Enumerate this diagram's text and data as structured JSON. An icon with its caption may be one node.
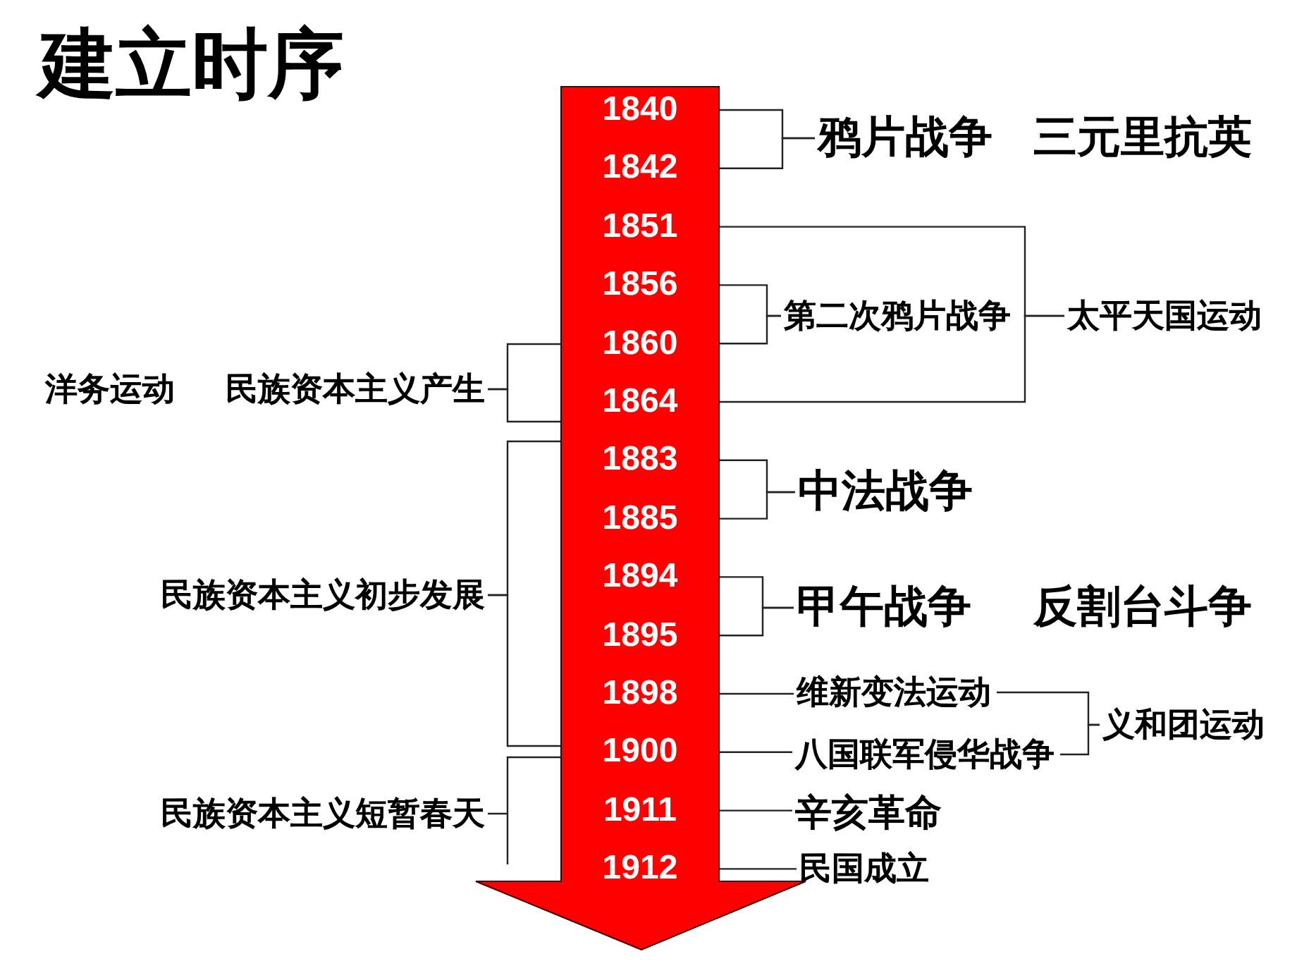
{
  "diagram": {
    "title": "建立时序",
    "nodes": [
      {
        "text": [],
        "shape": "arrow"
      },
      {
        "text": [
          "1840"
        ],
        "in": 0
      },
      {
        "text": [
          "1842"
        ],
        "in": 0
      },
      {
        "text": [
          "1851"
        ],
        "in": 0
      },
      {
        "text": [
          "1856"
        ],
        "in": 0
      },
      {
        "text": [
          "1860"
        ],
        "in": 0
      },
      {
        "text": [
          "1864"
        ],
        "in": 0
      },
      {
        "text": [
          "1883"
        ],
        "in": 0
      },
      {
        "text": [
          "1885"
        ],
        "in": 0
      },
      {
        "text": [
          "1894"
        ],
        "in": 0
      },
      {
        "text": [
          "1895"
        ],
        "in": 0
      },
      {
        "text": [
          "1898"
        ],
        "in": 0
      },
      {
        "text": [
          "1900"
        ],
        "in": 0
      },
      {
        "text": [
          "1911"
        ],
        "in": 0
      },
      {
        "text": [
          "1912"
        ],
        "in": 0
      },
      {
        "text": [
          "鸦片战争"
        ]
      },
      {
        "text": [
          "第二次鸦片战争"
        ]
      },
      {
        "text": [
          "太平天国运动"
        ]
      },
      {
        "text": [
          "中法战争"
        ]
      },
      {
        "text": [
          "甲午战争"
        ]
      },
      {
        "text": [
          "维新变法运动"
        ]
      },
      {
        "text": [
          "八国联军侵华战争"
        ]
      },
      {
        "text": [
          "义和团运动"
        ]
      },
      {
        "text": [
          "辛亥革命"
        ]
      },
      {
        "text": [
          "民国成立"
        ]
      },
      {
        "text": [
          "民族资本主义产生"
        ]
      },
      {
        "text": [
          "民族资本主义初步发展"
        ]
      },
      {
        "text": [
          "民族资本主义短暂春天"
        ]
      }
    ],
    "edges": [
      {
        "from": 1,
        "to": 15,
        "arrow": "none"
      },
      {
        "from": 2,
        "to": 15,
        "arrow": "none"
      },
      {
        "from": 3,
        "to": 17,
        "arrow": "none"
      },
      {
        "from": 6,
        "to": 17,
        "arrow": "none"
      },
      {
        "from": 4,
        "to": 16,
        "arrow": "none"
      },
      {
        "from": 5,
        "to": 16,
        "arrow": "none"
      },
      {
        "from": 7,
        "to": 18,
        "arrow": "none"
      },
      {
        "from": 8,
        "to": 18,
        "arrow": "none"
      },
      {
        "from": 9,
        "to": 19,
        "arrow": "none"
      },
      {
        "from": 10,
        "to": 19,
        "arrow": "none"
      },
      {
        "from": 11,
        "to": 20,
        "arrow": "none"
      },
      {
        "from": 12,
        "to": 21,
        "arrow": "none"
      },
      {
        "from": 20,
        "to": 22,
        "arrow": "none"
      },
      {
        "from": 21,
        "to": 22,
        "arrow": "none"
      },
      {
        "from": 13,
        "to": 23,
        "arrow": "none"
      },
      {
        "from": 14,
        "to": 24,
        "arrow": "none"
      },
      {
        "from": 5,
        "to": 25,
        "arrow": "none"
      },
      {
        "from": 6,
        "to": 25,
        "arrow": "none"
      },
      {
        "from": 7,
        "to": 26,
        "arrow": "none"
      },
      {
        "from": 12,
        "to": 26,
        "arrow": "none"
      },
      {
        "from": 12,
        "to": 27,
        "arrow": "none"
      }
    ],
    "labels": [
      "三元里抗英",
      "洋务运动",
      "反割台斗争"
    ]
  }
}
